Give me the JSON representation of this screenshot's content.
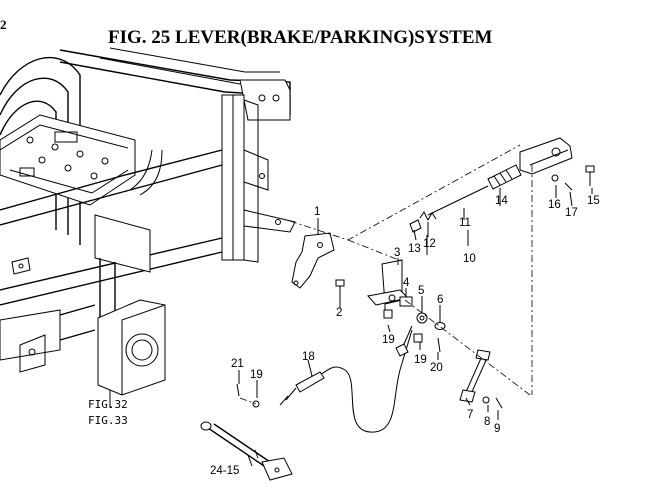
{
  "page": {
    "corner_mark": "2",
    "title": "FIG. 25  LEVER(BRAKE/PARKING)SYSTEM"
  },
  "figure_refs": [
    "FIG.32",
    "FIG.33"
  ],
  "callouts": {
    "c1": "1",
    "c2": "2",
    "c3": "3",
    "c4": "4",
    "c5": "5",
    "c6": "6",
    "c7": "7",
    "c8": "8",
    "c9": "9",
    "c10": "10",
    "c11": "11",
    "c12": "12",
    "c13": "13",
    "c14": "14",
    "c15": "15",
    "c16": "16",
    "c17": "17",
    "c18": "18",
    "c19a": "19",
    "c19b": "19",
    "c19c": "19",
    "c20": "20",
    "c21": "21",
    "c24_15": "24-15"
  }
}
